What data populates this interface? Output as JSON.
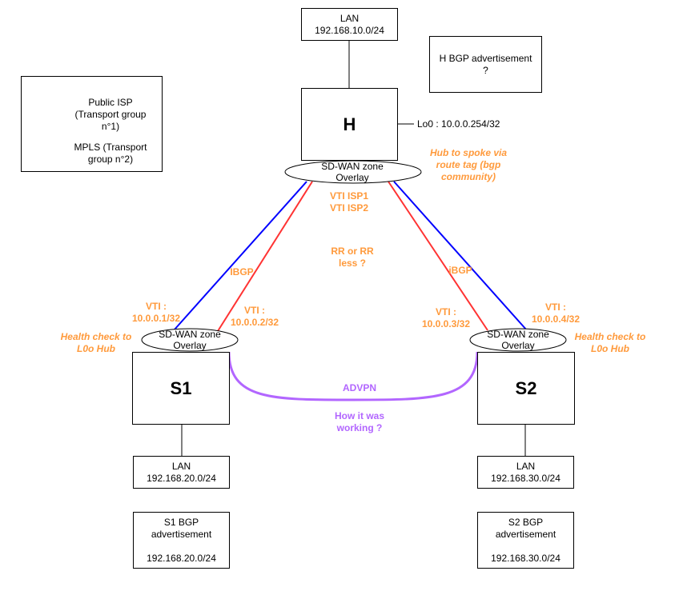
{
  "legend": {
    "items": [
      {
        "label_lines": [
          "Public ISP",
          "(Transport group",
          "n°1)"
        ],
        "color": "#0000ff"
      },
      {
        "label_lines": [
          "MPLS  (Transport",
          "group n°2)"
        ],
        "color": "#ff3333"
      }
    ]
  },
  "hub": {
    "name": "H",
    "lan": {
      "title": "LAN",
      "subnet": "192.168.10.0/24"
    },
    "loopback": "Lo0 : 10.0.0.254/32",
    "bgp_advertisement": {
      "title": "H BGP advertisement",
      "value": "?"
    },
    "zone": {
      "line1": "SD-WAN zone",
      "line2": "Overlay"
    },
    "route_tag_note": [
      "Hub to spoke via",
      "route tag (bgp",
      "community)"
    ],
    "vti_note": [
      "VTI ISP1",
      "VTI ISP2"
    ]
  },
  "center_note": [
    "RR or RR",
    "less ?"
  ],
  "ibgp_left": "IBGP",
  "ibgp_right": "iBGP",
  "spokes": [
    {
      "name": "S1",
      "zone": {
        "line1": "SD-WAN zone",
        "line2": "Overlay"
      },
      "vti_isp": [
        "VTI :",
        "10.0.0.1/32"
      ],
      "vti_mpls": [
        "VTI :",
        "10.0.0.2/32"
      ],
      "health_check": [
        "Health check to",
        "L0o Hub"
      ],
      "lan": {
        "title": "LAN",
        "subnet": "192.168.20.0/24"
      },
      "bgp_advertisement": {
        "title_line1": "S1 BGP",
        "title_line2": "advertisement",
        "value": "192.168.20.0/24"
      }
    },
    {
      "name": "S2",
      "zone": {
        "line1": "SD-WAN zone",
        "line2": "Overlay"
      },
      "vti_mpls": [
        "VTI :",
        "10.0.0.3/32"
      ],
      "vti_isp": [
        "VTI :",
        "10.0.0.4/32"
      ],
      "health_check": [
        "Health check to",
        "L0o Hub"
      ],
      "lan": {
        "title": "LAN",
        "subnet": "192.168.30.0/24"
      },
      "bgp_advertisement": {
        "title_line1": "S2 BGP",
        "title_line2": "advertisement",
        "value": "192.168.30.0/24"
      }
    }
  ],
  "advpn": {
    "label": "ADVPN",
    "note": [
      "How it was",
      "working ?"
    ],
    "color": "#b266ff"
  },
  "colors": {
    "isp": "#0000ff",
    "mpls": "#ff3333",
    "note": "#ff9a3c",
    "advpn": "#b266ff"
  }
}
